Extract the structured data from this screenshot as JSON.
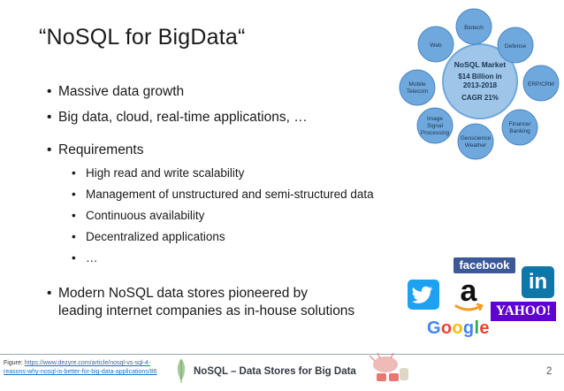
{
  "slide": {
    "title": "“NoSQL for BigData“",
    "bullets": [
      "Massive data growth",
      "Big data, cloud, real-time applications, …",
      "Requirements"
    ],
    "subbullets": [
      "High read and write scalability",
      "Management of unstructured and semi-structured data",
      "Continuous availability",
      "Decentralized applications",
      "…"
    ],
    "modern_line1": "Modern NoSQL data stores pioneered by",
    "modern_line2": "leading internet companies as in-house solutions",
    "bullet_glyph": "•"
  },
  "diagram": {
    "center": {
      "heading": "NoSQL Market",
      "line1": "$14 Billion in",
      "line2": "2013-2018",
      "line3": "CAGR 21%"
    },
    "satellites": [
      {
        "label1": "Biotech",
        "label2": ""
      },
      {
        "label1": "Defense",
        "label2": ""
      },
      {
        "label1": "ERP/CRM",
        "label2": ""
      },
      {
        "label1": "Finance/",
        "label2": "Banking"
      },
      {
        "label1": "Geoscience",
        "label2": "Weather"
      },
      {
        "label1": "Image",
        "label2": "Signal"
      },
      {
        "label1": "Mobile",
        "label2": "Telecom"
      },
      {
        "label1": "Web",
        "label2": ""
      }
    ],
    "image_label3": "Processing",
    "colors": {
      "satellite": "#6fa8dc",
      "center": "#9fc5e8",
      "text": "#1c3550"
    }
  },
  "logos": {
    "facebook": "facebook",
    "linkedin": "in",
    "yahoo": "YAHOO!",
    "amazon": "a",
    "google": {
      "G": "G",
      "o1": "o",
      "o2": "o",
      "g": "g",
      "l": "l",
      "e": "e"
    }
  },
  "footer": {
    "figure_prefix": "Figure: ",
    "figure_link_line1": "https://www.dezyre.com/article/nosql-vs-sql-4-",
    "figure_link_line2": "reasons-why-nosql-is-better-for-big-data-applications/86",
    "title": "NoSQL – Data Stores for Big Data",
    "page": "2"
  }
}
